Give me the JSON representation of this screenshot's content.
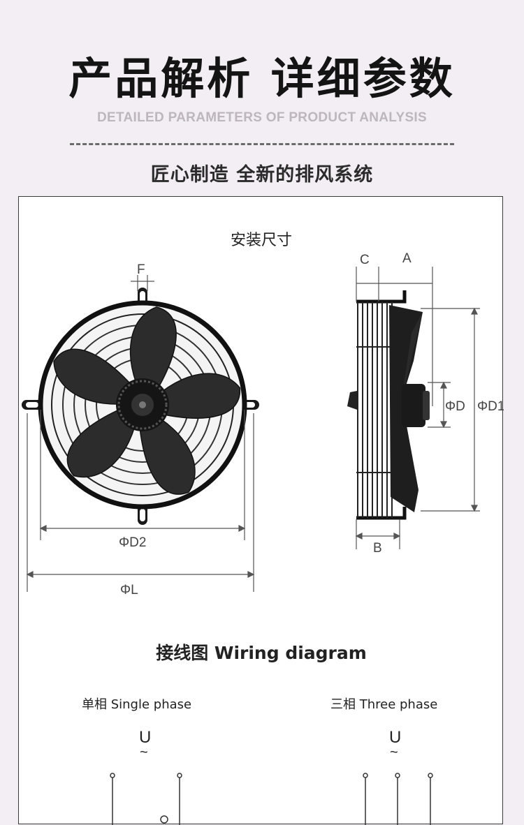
{
  "header": {
    "title": "产品解析 详细参数",
    "subtitle": "DETAILED PARAMETERS OF PRODUCT ANALYSIS",
    "slogan": "匠心制造 全新的排风系统"
  },
  "installation": {
    "title": "安装尺寸",
    "labels": {
      "F": "F",
      "C": "C",
      "A": "A",
      "phi_d": "ΦD",
      "phi_d1": "ΦD1",
      "phi_d2": "ΦD2",
      "phi_l": "ΦL",
      "B": "B"
    }
  },
  "wiring": {
    "title": "接线图 Wiring diagram",
    "single_phase": "单相 Single phase",
    "three_phase": "三相 Three phase",
    "single_symbol": "U",
    "three_symbol": "U",
    "tilde": "~"
  },
  "colors": {
    "background": "#f3edf4",
    "title": "#141414",
    "subtitle": "#bdb6bc",
    "card_border": "#3a3a3a"
  }
}
